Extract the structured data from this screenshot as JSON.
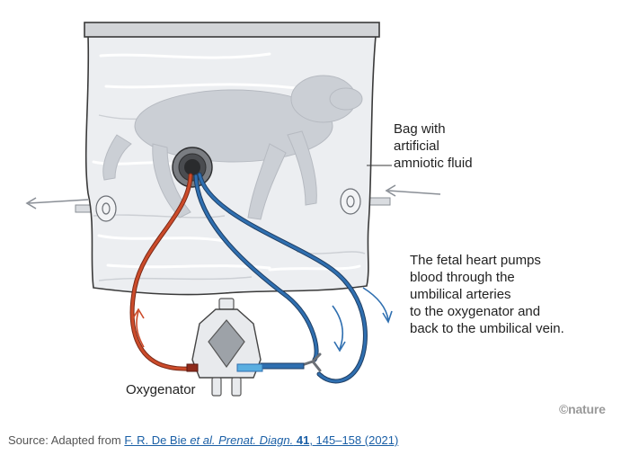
{
  "labels": {
    "bag": [
      "Bag with",
      "artificial",
      "amniotic fluid"
    ],
    "heart": [
      "The fetal heart pumps",
      "blood through the",
      "umbilical arteries",
      "to the oxygenator and",
      "back to the umbilical vein."
    ],
    "oxygenator": "Oxygenator"
  },
  "credit": "©nature",
  "source": {
    "prefix": "Source: Adapted from ",
    "authors": "F. R. De Bie ",
    "etal": "et al.",
    "journal": " Prenat. Diagn.",
    "volume": " 41",
    "pages": ", 145–158 (2021)"
  },
  "colors": {
    "artery": "#cc4b2a",
    "vein": "#2f6fb0",
    "bag_fill": "#eceef1",
    "bag_outline": "#3a3a3a",
    "lid": "#d2d4d7",
    "link": "#1a5fa6"
  }
}
